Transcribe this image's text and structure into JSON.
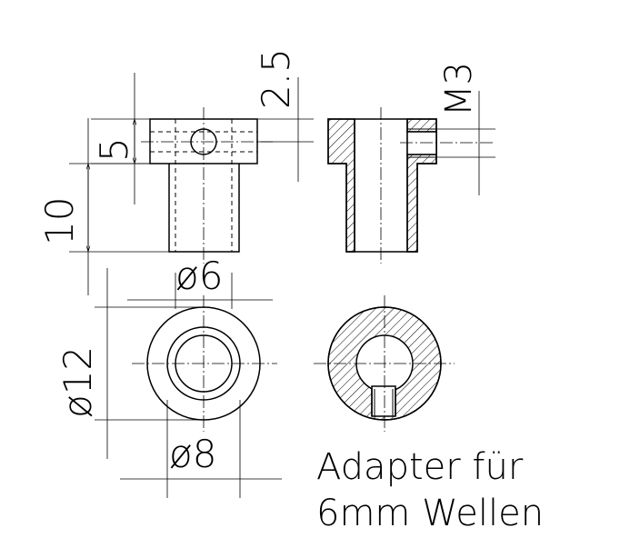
{
  "dimensions": {
    "height_total": "10",
    "collar_height": "5",
    "hole_offset": "2.5",
    "thread": "M3",
    "bore_diameter": "ø6",
    "outer_diameter": "ø12",
    "shaft_diameter": "ø8"
  },
  "title": {
    "line1": "Adapter für",
    "line2": "6mm Wellen"
  }
}
